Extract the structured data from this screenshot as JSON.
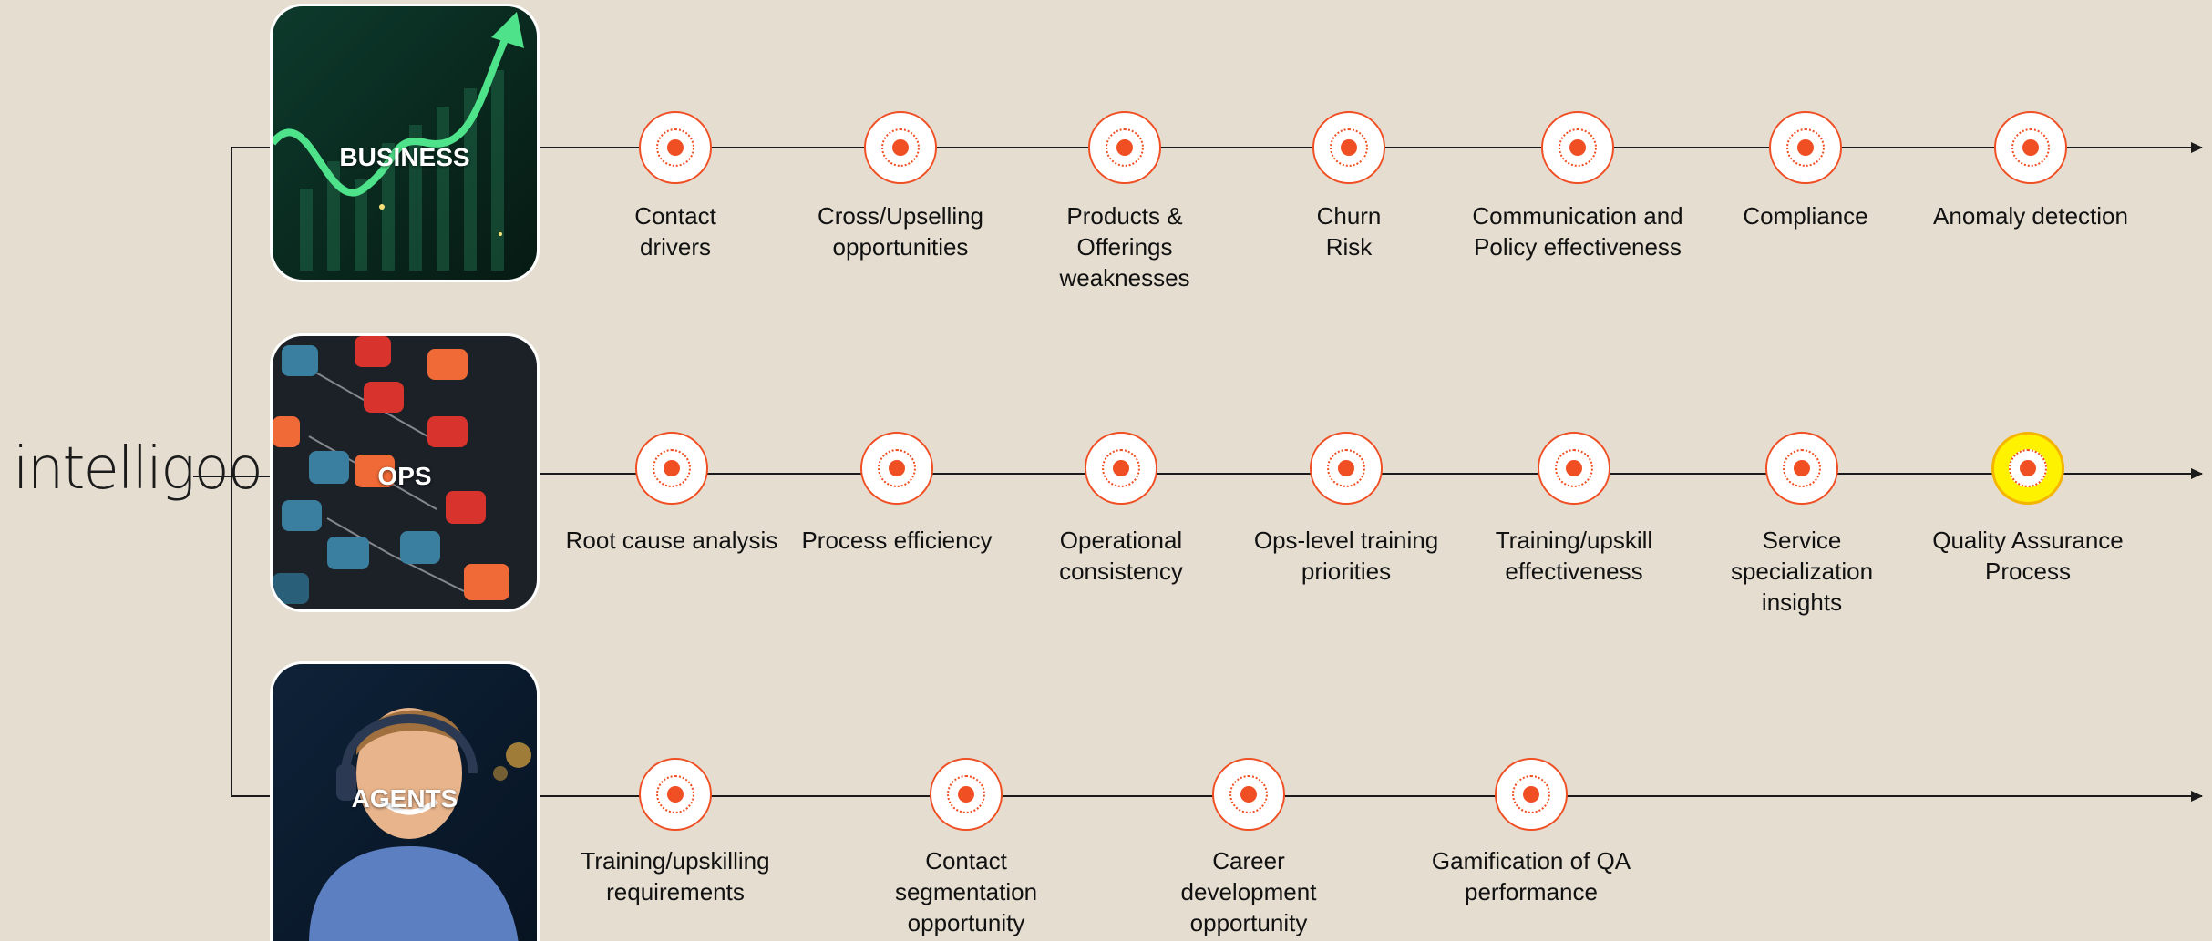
{
  "logo": {
    "text": "intelligoo"
  },
  "colors": {
    "background": "#e4ddd0",
    "accent": "#f04e23",
    "highlight": "#fff200",
    "line": "#1b1b1b"
  },
  "lanes": [
    {
      "label": "BUSINESS",
      "image": "growth-chart-image",
      "items": [
        {
          "label": "Contact\ndrivers"
        },
        {
          "label": "Cross/Upselling\nopportunities"
        },
        {
          "label": "Products &\nOfferings\nweaknesses"
        },
        {
          "label": "Churn\nRisk"
        },
        {
          "label": "Communication and\nPolicy effectiveness"
        },
        {
          "label": "Compliance"
        },
        {
          "label": "Anomaly detection"
        }
      ]
    },
    {
      "label": "OPS",
      "image": "process-flow-image",
      "items": [
        {
          "label": "Root cause analysis"
        },
        {
          "label": "Process efficiency"
        },
        {
          "label": "Operational\nconsistency"
        },
        {
          "label": "Ops-level training\npriorities"
        },
        {
          "label": "Training/upskill\neffectiveness"
        },
        {
          "label": "Service\nspecialization\ninsights"
        },
        {
          "label": "Quality Assurance\nProcess",
          "highlighted": true
        }
      ]
    },
    {
      "label": "AGENTS",
      "image": "call-center-agent-image",
      "items": [
        {
          "label": "Training/upskilling\nrequirements"
        },
        {
          "label": "Contact\nsegmentation\nopportunity"
        },
        {
          "label": "Career\ndevelopment\nopportunity"
        },
        {
          "label": "Gamification of QA\nperformance"
        }
      ]
    }
  ]
}
